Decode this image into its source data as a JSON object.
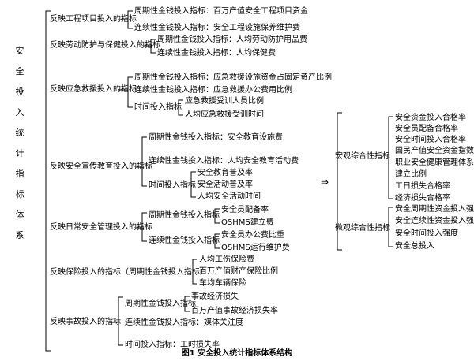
{
  "root_title": "安全投入统计指标体系",
  "arrow": "⇒",
  "caption": "图1  安全投入统计指标体系结构",
  "left": {
    "g1": {
      "label": "反映工程项目投入的指标",
      "items": [
        "周期性金钱投入指标：百万产值安全工程项目资金",
        "连续性金钱投入指标：安全工程设施保养维护费"
      ]
    },
    "g2": {
      "label": "反映劳动防护与保健投入的指标",
      "items": [
        "周期性金钱投入指标：人均劳动防护用品费",
        "连续性金钱投入指标：人均保健费"
      ]
    },
    "g3": {
      "label": "反映应急救援投入的指标",
      "items": [
        "周期性金钱投入指标：应急救援设施资金占固定资产比例",
        "连续性金钱投入指标：应急救援办公费用比例"
      ],
      "time_label": "时间投入指标",
      "time_items": [
        "应急救援受训人员比例",
        "人均应急救援受训时间"
      ]
    },
    "g4": {
      "label": "反映安全宣传教育投入的指标",
      "items": [
        "周期性金钱投入指标：安全教育设施费",
        "连续性金钱投入指标：人均安全教育活动费"
      ],
      "time_label": "时间投入指标",
      "time_items": [
        "安全教育普及率",
        "安全活动普及率",
        "人均安全活动时间"
      ]
    },
    "g5": {
      "label": "反映日常安全管理投入的指标",
      "periodic_label": "周期性金钱投入指标",
      "periodic_items": [
        "安全员配备率",
        "OSHMS建立费"
      ],
      "continuous_label": "连续性金钱投入指标",
      "continuous_items": [
        "安全员办公费比重",
        "OSHMS运行维护费"
      ]
    },
    "g6": {
      "label": "反映保险投入的指标（周期性金钱投入指标）",
      "items": [
        "人均工伤保险费",
        "百万产值财产保险比例",
        "车均车辆保险"
      ]
    },
    "g7": {
      "label": "反映事故投入的指标",
      "periodic_label": "周期性金钱投入指标",
      "periodic_items": [
        "事故经济损失",
        "百万产值事故经济损失率"
      ],
      "continuous_item": "连续性金钱投入指标：媒体关注度",
      "time_item": "时间投入指标：工时损失率"
    }
  },
  "right": {
    "macro": {
      "label": "宏观综合性指标",
      "items": [
        "安全资金投入合格率",
        "安全员配备合格率",
        "安全时间投入合格率",
        "国民产值安全资金指数",
        "职业安全健康管理体系",
        "建立比例",
        "工日损失合格率",
        "经济损失合格率"
      ]
    },
    "micro": {
      "label": "微观综合性指标",
      "items": [
        "安全周期性资金投入强度",
        "安全连续性资金投入强度",
        "安全时间投入强度",
        "安全总投入"
      ]
    }
  }
}
